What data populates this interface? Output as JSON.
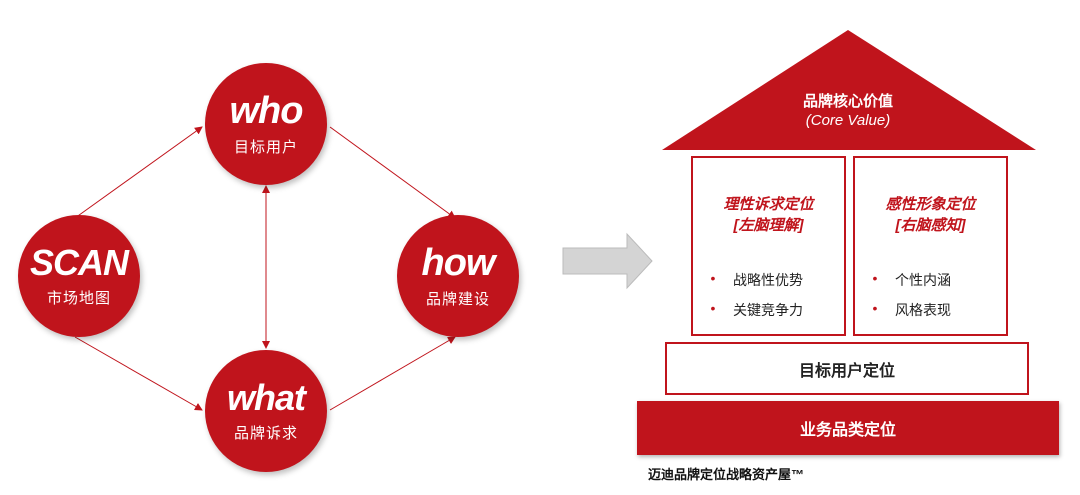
{
  "left": {
    "scan": {
      "big": "SCAN",
      "sub": "市场地图"
    },
    "who": {
      "big": "who",
      "sub": "目标用户"
    },
    "how": {
      "big": "how",
      "sub": "品牌建设"
    },
    "what": {
      "big": "what",
      "sub": "品牌诉求"
    }
  },
  "house": {
    "roof_title": "品牌核心价值",
    "roof_subtitle": "(Core Value)",
    "left_pillar": {
      "title": "理性诉求定位",
      "subtitle": "[左脑理解]",
      "items": [
        "战略性优势",
        "关键竞争力"
      ]
    },
    "right_pillar": {
      "title": "感性形象定位",
      "subtitle": "[右脑感知]",
      "items": [
        "个性内涵",
        "风格表现"
      ]
    },
    "mid_bar": "目标用户定位",
    "base_bar": "业务品类定位",
    "caption": "迈迪品牌定位战略资产屋™"
  },
  "colors": {
    "brand_red": "#c0141c",
    "arrow_grey": "#d0d0d0"
  }
}
